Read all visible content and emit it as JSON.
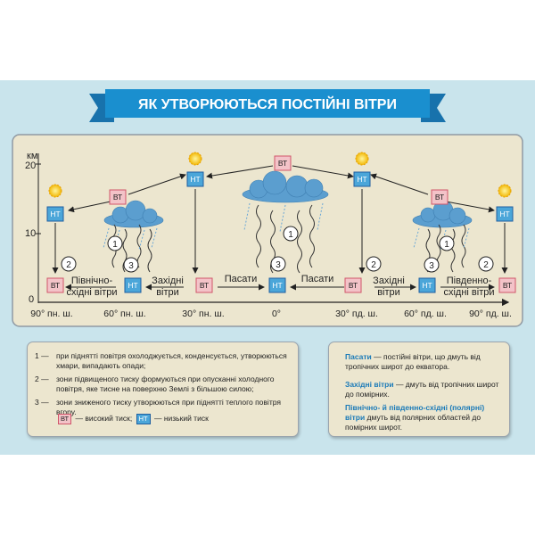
{
  "title": "ЯК УТВОРЮЮТЬСЯ ПОСТІЙНІ ВІТРИ",
  "axis": {
    "unit": "км",
    "ticks": [
      "20",
      "10",
      "0"
    ]
  },
  "lat_labels": [
    "90° пн. ш.",
    "60° пн. ш.",
    "30° пн. ш.",
    "0°",
    "30° пд. ш.",
    "60° пд. ш.",
    "90° пд. ш."
  ],
  "pressure": {
    "high": "ВТ",
    "low": "НТ"
  },
  "markers": [
    "1",
    "2",
    "3"
  ],
  "winds": {
    "ne_line1": "Північно-",
    "ne_line2": "східні вітри",
    "westerly_line1": "Західні",
    "westerly_line2": "вітри",
    "trade": "Пасати",
    "se_line1": "Південно-",
    "se_line2": "східні вітри"
  },
  "legend": {
    "items": [
      {
        "num": "1 —",
        "text": "при піднятті повітря охолоджується, конденсується, утворюються хмари, випадають опади;"
      },
      {
        "num": "2 —",
        "text": "зони підвищеного тиску формуються при опусканні холодного повітря, яке тисне на поверхню Землі з більшою силою;"
      },
      {
        "num": "3 —",
        "text": "зони зниженого тиску утворюються при піднятті  теплого повітря вгору."
      }
    ],
    "high_desc": "— високий тиск;",
    "low_desc": "— низький тиск"
  },
  "definitions": [
    {
      "term": "Пасати",
      "text": "— постійні вітри, що дмуть від тропічних широт до екватора."
    },
    {
      "term": "Західні вітри",
      "text": "— дмуть від тропічних широт до помірних."
    },
    {
      "term": "Північно- й південно-східні (полярні) вітри",
      "text": "дмуть від полярних областей до помірних широт."
    }
  ],
  "colors": {
    "background": "#c9e4ec",
    "panel": "#ece6cf",
    "title_banner": "#1a8fcf",
    "high_pressure_fill": "#f3c3c8",
    "low_pressure_fill": "#4ba6d9",
    "cloud": "#5b9ecf"
  },
  "icons": [
    "sun-icon",
    "cloud-icon",
    "arrow-icon",
    "wavy-air-current-icon"
  ]
}
